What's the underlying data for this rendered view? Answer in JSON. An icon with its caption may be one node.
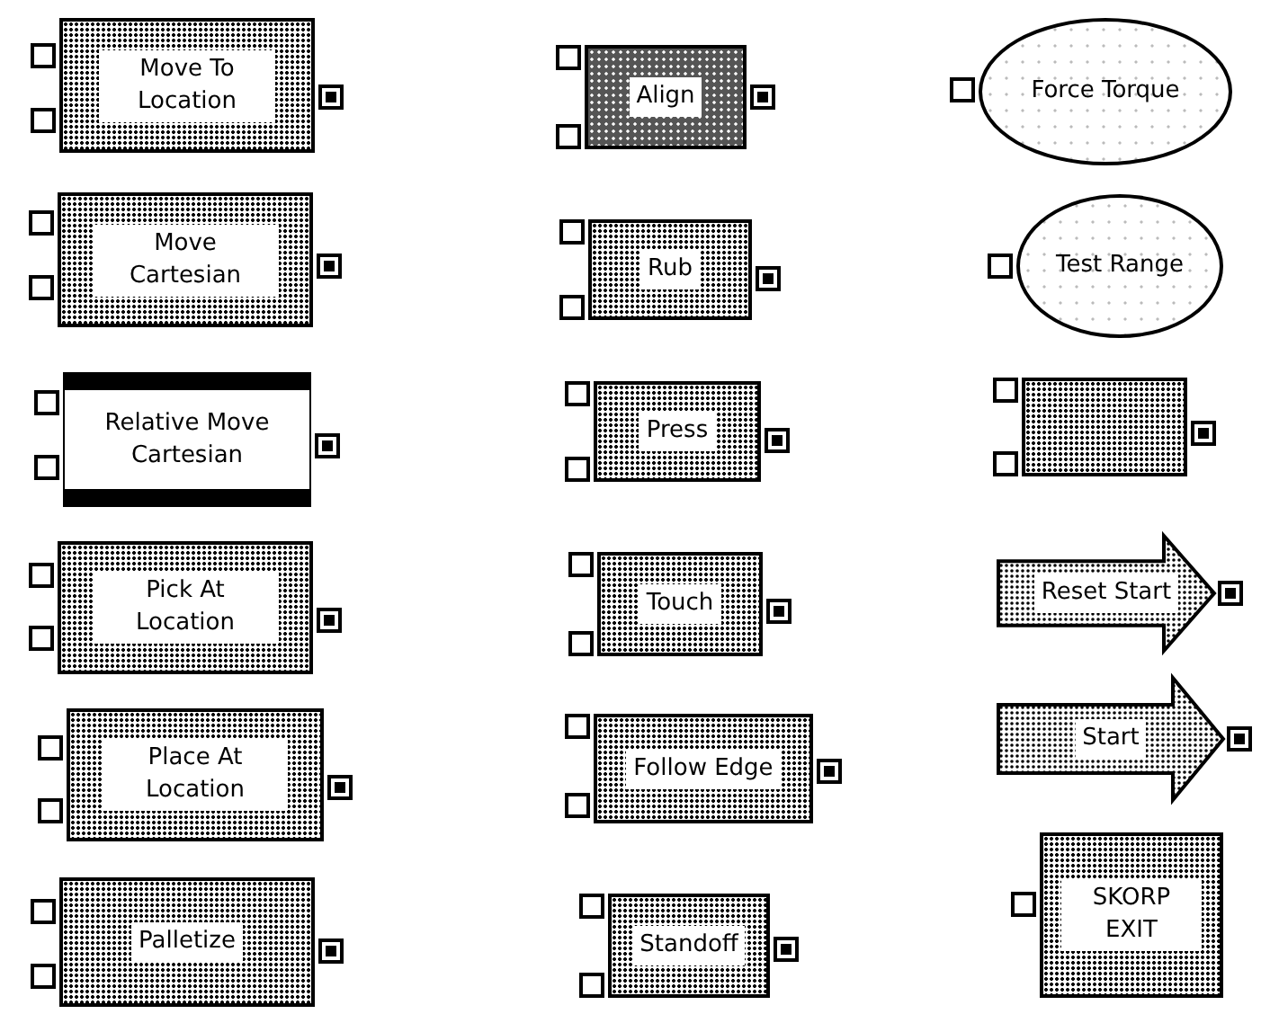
{
  "diagram": {
    "nodes": [
      {
        "text": [
          "Move To Location"
        ]
      },
      {
        "text": [
          "Align"
        ]
      },
      {
        "text": [
          "Force Torque"
        ]
      },
      {
        "text": [
          "Move Cartesian"
        ]
      },
      {
        "text": [
          "Rub"
        ]
      },
      {
        "text": [
          "Test Range"
        ]
      },
      {
        "text": [
          "Relative Move Cartesian"
        ]
      },
      {
        "text": [
          "Press"
        ]
      },
      {
        "text": [],
        "shape": "box"
      },
      {
        "text": [
          "Pick At Location"
        ]
      },
      {
        "text": [
          "Touch"
        ]
      },
      {
        "text": [
          "Reset Start"
        ]
      },
      {
        "text": [
          "Place At Location"
        ]
      },
      {
        "text": [
          "Follow Edge"
        ]
      },
      {
        "text": [
          "Start"
        ]
      },
      {
        "text": [
          "Palletize"
        ]
      },
      {
        "text": [
          "Standoff"
        ]
      },
      {
        "text": [
          "SKORP EXIT"
        ]
      }
    ],
    "edges": []
  }
}
